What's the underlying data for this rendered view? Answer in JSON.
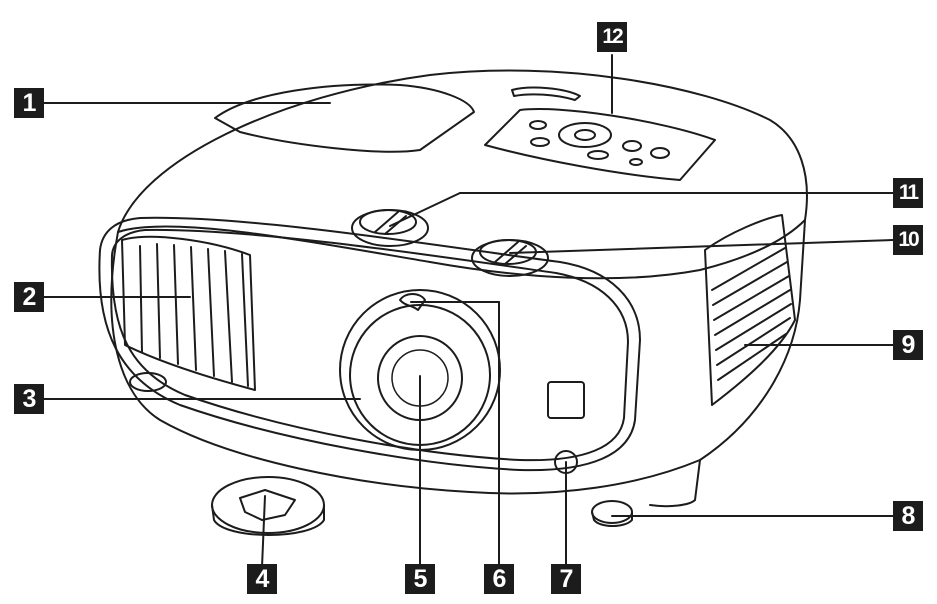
{
  "diagram": {
    "callouts": [
      {
        "id": "1",
        "label": "1"
      },
      {
        "id": "2",
        "label": "2"
      },
      {
        "id": "3",
        "label": "3"
      },
      {
        "id": "4",
        "label": "4"
      },
      {
        "id": "5",
        "label": "5"
      },
      {
        "id": "6",
        "label": "6"
      },
      {
        "id": "7",
        "label": "7"
      },
      {
        "id": "8",
        "label": "8"
      },
      {
        "id": "9",
        "label": "9"
      },
      {
        "id": "10",
        "label": "10"
      },
      {
        "id": "11",
        "label": "11"
      },
      {
        "id": "12",
        "label": "12"
      }
    ],
    "colors": {
      "line": "#1c1c1c",
      "body": "#ffffff",
      "badge": "#1c1c1c",
      "badge_text": "#ffffff"
    }
  }
}
